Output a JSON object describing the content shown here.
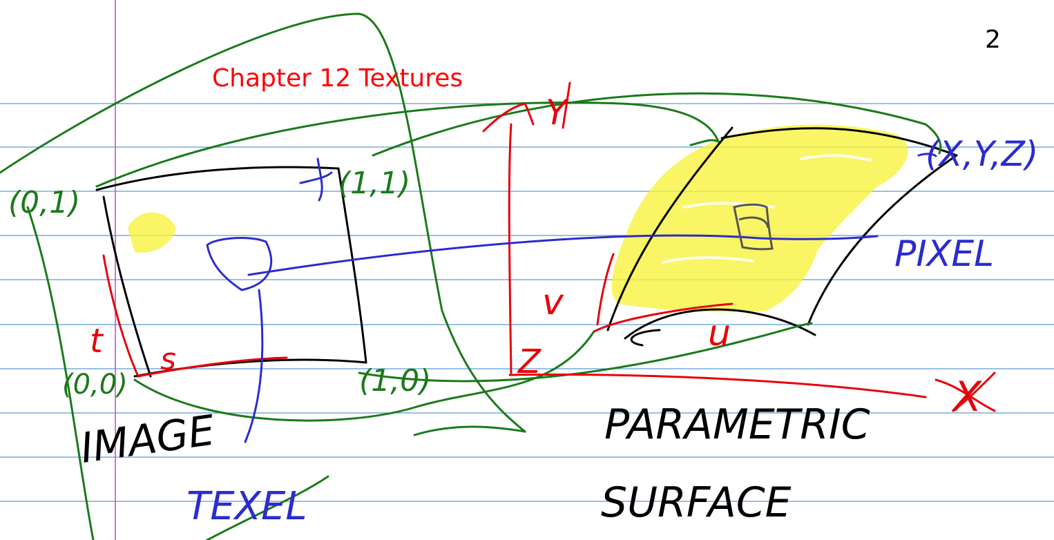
{
  "page": {
    "number": "2",
    "title": "Chapter  12  Textures"
  },
  "handwriting": {
    "image_label": "IMAGE",
    "texel_label": "TEXEL",
    "pixel_label": "PIXEL",
    "surface_label_line1": "PARAMETRIC",
    "surface_label_line2": "SURFACE",
    "corner_top_left": "(0,1)",
    "corner_top_right": "(1,1)",
    "corner_bottom_left": "(0,0)",
    "corner_bottom_right": "(1,0)",
    "axis_t": "t",
    "axis_s": "s",
    "param_u": "u",
    "param_v": "v",
    "axis_y": "Y",
    "axis_z": "Z",
    "axis_x": "X",
    "surface_point": "(X,Y,Z)"
  },
  "colors": {
    "ruled_line": "#5b9bd5",
    "margin_line": "#cc44cc",
    "title": "#ff0000",
    "ink_black": "#000000",
    "ink_red": "#e8000b",
    "ink_green": "#1a7a1a",
    "ink_blue": "#2b2bcf",
    "highlight": "#f7f23a"
  }
}
